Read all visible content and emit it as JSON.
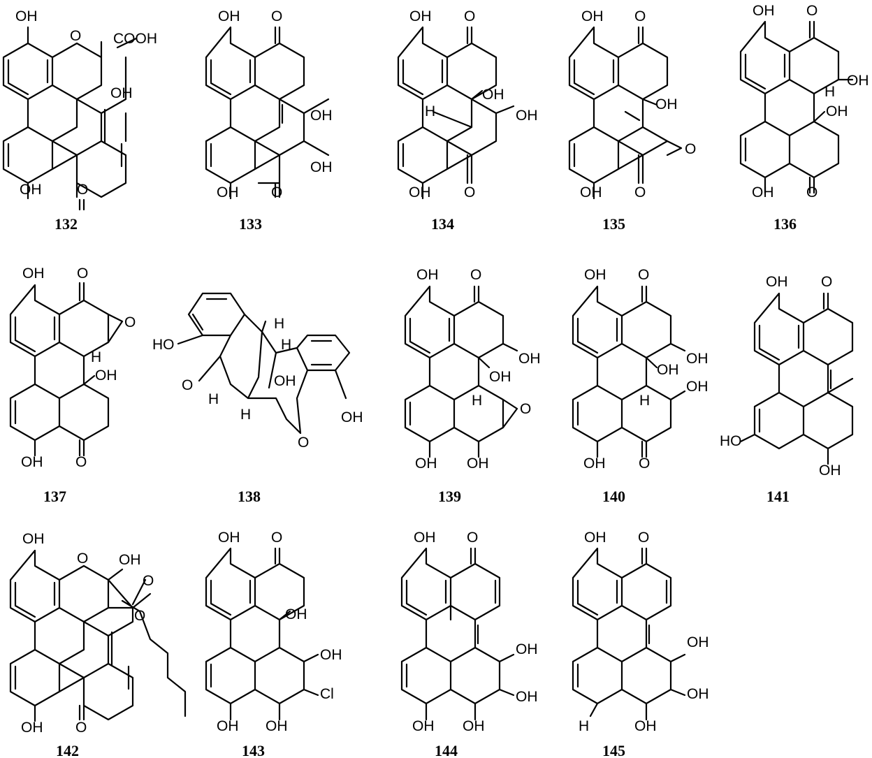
{
  "compounds": [
    {
      "id": "132",
      "labels": {
        "oh_top": "OH",
        "ring_o": "O",
        "acid": "COOH",
        "oh_right": "OH",
        "oh_bottom": "OH",
        "ketone": "O"
      }
    },
    {
      "id": "133",
      "labels": {
        "oh_top": "OH",
        "ketone_top": "O",
        "oh_right1": "OH",
        "oh_right2": "OH",
        "oh_bottom": "OH",
        "ketone_bottom": "O"
      }
    },
    {
      "id": "134",
      "labels": {
        "oh_top": "OH",
        "ketone_top": "O",
        "h": "H",
        "oh_center": "OH",
        "oh_right": "OH",
        "oh_bottom": "OH",
        "ketone_bottom": "O"
      }
    },
    {
      "id": "135",
      "labels": {
        "oh_top": "OH",
        "ketone_top": "O",
        "oh_center": "OH",
        "epoxide_o": "O",
        "oh_bottom": "OH",
        "ketone_bottom": "O"
      }
    },
    {
      "id": "136",
      "labels": {
        "oh_top": "OH",
        "ketone_top": "O",
        "oh_right": "OH",
        "h": "H",
        "oh_center": "OH",
        "oh_bottom": "OH",
        "ketone_bottom": "O"
      }
    },
    {
      "id": "137",
      "labels": {
        "oh_top": "OH",
        "ketone_top": "O",
        "epoxide_o": "O",
        "h": "H",
        "oh_center": "OH",
        "oh_bottom": "OH",
        "ketone_bottom": "O"
      }
    },
    {
      "id": "138",
      "labels": {
        "oh_left": "HO",
        "ketone_left": "O",
        "h_top": "H",
        "h_right": "H",
        "oh_center": "OH",
        "h_left": "H",
        "h_bottom": "H",
        "ketone_bottom": "O",
        "oh_right": "OH"
      }
    },
    {
      "id": "139",
      "labels": {
        "oh_top": "OH",
        "ketone_top": "O",
        "oh_right": "OH",
        "oh_center": "OH",
        "h": "H",
        "epoxide_o": "O",
        "oh_bottom": "OH",
        "oh_bottom2": "OH"
      }
    },
    {
      "id": "140",
      "labels": {
        "oh_top": "OH",
        "ketone_top": "O",
        "oh_right1": "OH",
        "oh_center": "OH",
        "oh_right2": "OH",
        "h": "H",
        "oh_bottom": "OH",
        "ketone_bottom": "O"
      }
    },
    {
      "id": "141",
      "labels": {
        "oh_top": "OH",
        "ketone_top": "O",
        "oh_left": "HO",
        "oh_bottom": "OH"
      }
    },
    {
      "id": "142",
      "labels": {
        "oh_top": "OH",
        "ring_o": "O",
        "oh_q": "OH",
        "carbonyl_o": "O",
        "ester_o": "O",
        "oh_bottom": "OH",
        "ketone": "O"
      }
    },
    {
      "id": "143",
      "labels": {
        "oh_top": "OH",
        "ketone_top": "O",
        "oh_center": "OH",
        "oh_right": "OH",
        "cl": "Cl",
        "oh_bottom": "OH",
        "oh_bottom2": "OH"
      }
    },
    {
      "id": "144",
      "labels": {
        "oh_top": "OH",
        "ketone_top": "O",
        "oh_right1": "OH",
        "oh_right2": "OH",
        "oh_bottom": "OH",
        "oh_bottom2": "OH"
      }
    },
    {
      "id": "145",
      "labels": {
        "oh_top": "OH",
        "ketone_top": "O",
        "oh_right1": "OH",
        "oh_right2": "OH",
        "h": "H",
        "oh_bottom2": "OH"
      }
    }
  ]
}
